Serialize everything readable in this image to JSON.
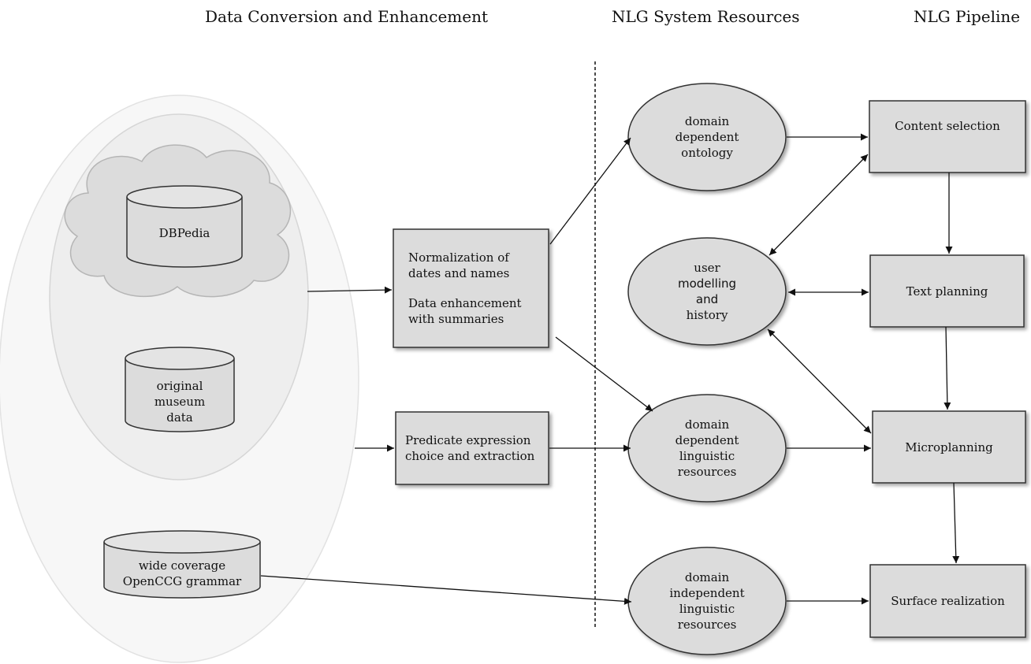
{
  "headers": {
    "conversion": "Data Conversion and Enhancement",
    "resources": "NLG System Resources",
    "pipeline": "NLG Pipeline"
  },
  "sources": {
    "dbpedia": "DBPedia",
    "museum": [
      "original",
      "museum",
      "data"
    ],
    "grammar": [
      "wide coverage",
      "OpenCCG grammar"
    ]
  },
  "processing": {
    "normalization": [
      "Normalization of",
      "dates and names"
    ],
    "enhancement": [
      "Data enhancement",
      "with summaries"
    ],
    "predicate": [
      "Predicate expression",
      "choice and extraction"
    ]
  },
  "resources": {
    "ontology": [
      "domain",
      "dependent",
      "ontology"
    ],
    "user_model": [
      "user",
      "modelling",
      "and",
      "history"
    ],
    "linguistic_dependent": [
      "domain",
      "dependent",
      "linguistic",
      "resources"
    ],
    "linguistic_independent": [
      "domain",
      "independent",
      "linguistic",
      "resources"
    ]
  },
  "pipeline": {
    "content_selection": "Content selection",
    "text_planning": "Text planning",
    "microplanning": "Microplanning",
    "surface_realization": "Surface realization"
  }
}
